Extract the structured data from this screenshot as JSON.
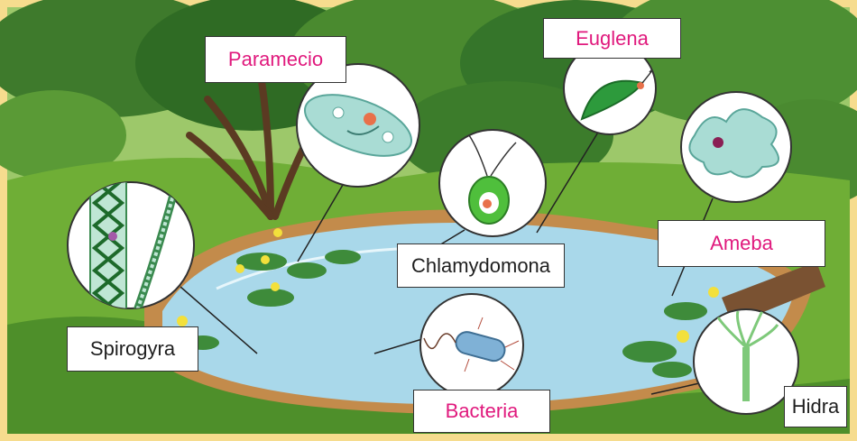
{
  "labels": {
    "paramecio": "Paramecio",
    "euglena": "Euglena",
    "chlamydomona": "Chlamydomona",
    "ameba": "Ameba",
    "spirogyra": "Spirogyra",
    "bacteria": "Bacteria",
    "hidra": "Hidra"
  },
  "colors": {
    "sky": "#f6dc8e",
    "grass": "#5f9d2c",
    "pond": "#a9d8ea",
    "label_accent": "#e0197d",
    "label_dark": "#1f1f1f"
  }
}
